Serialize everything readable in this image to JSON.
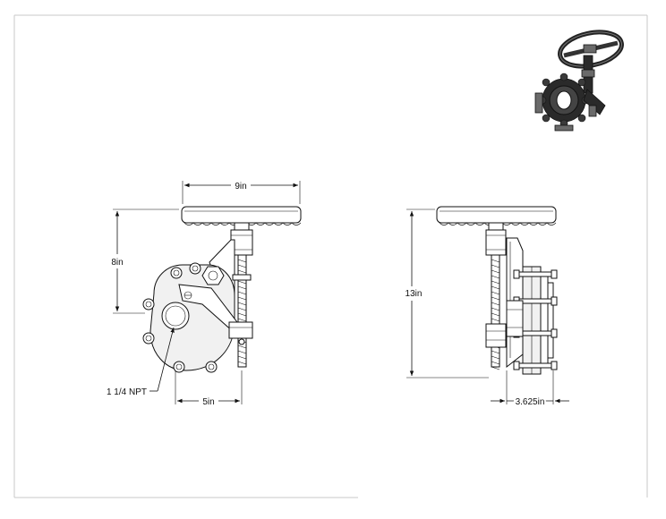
{
  "drawing": {
    "dimensions": {
      "handwheel_width": "9in",
      "side_height": "8in",
      "port_offset": "5in",
      "overall_height": "13in",
      "body_depth": "3.625in"
    },
    "callouts": {
      "port": "1 1/4 NPT"
    }
  }
}
